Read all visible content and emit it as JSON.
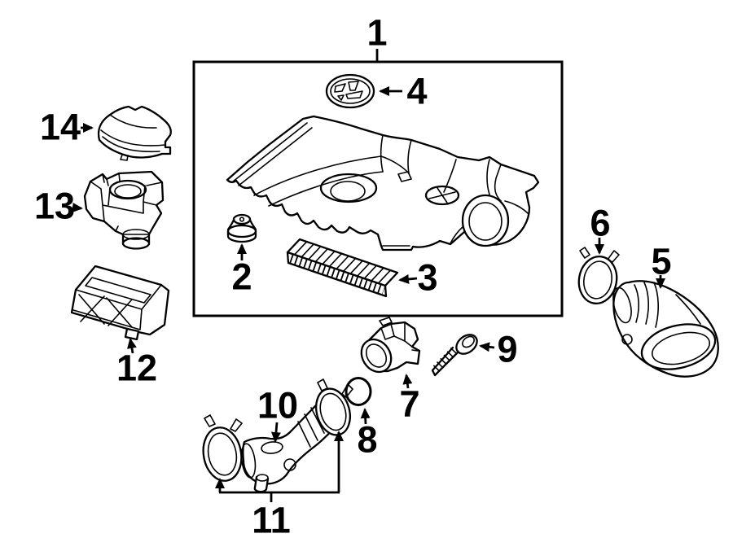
{
  "figure": {
    "kind": "exploded-parts-diagram",
    "background_color": "#ffffff",
    "line_color": "#000000",
    "callouts": [
      {
        "num": "1"
      },
      {
        "num": "2"
      },
      {
        "num": "3"
      },
      {
        "num": "4"
      },
      {
        "num": "5"
      },
      {
        "num": "6"
      },
      {
        "num": "7"
      },
      {
        "num": "8"
      },
      {
        "num": "9"
      },
      {
        "num": "10"
      },
      {
        "num": "11"
      },
      {
        "num": "12"
      },
      {
        "num": "13"
      },
      {
        "num": "14"
      }
    ]
  }
}
